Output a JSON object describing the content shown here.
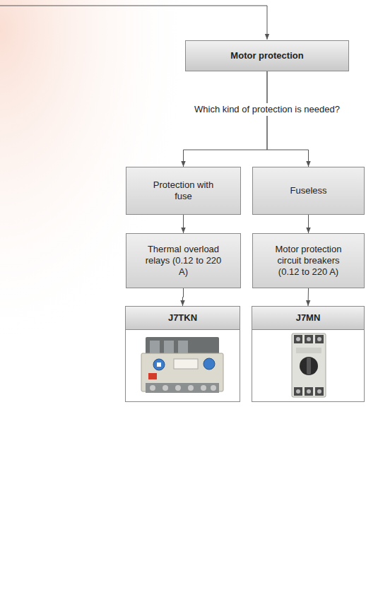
{
  "diagram": {
    "nodes": [
      {
        "text": [
          "Motor protection"
        ]
      },
      {
        "text": [
          "Protection with fuse"
        ]
      },
      {
        "text": [
          "Fuseless"
        ]
      },
      {
        "text": [
          "Thermal overload relays (0.12 to 220 A)"
        ]
      },
      {
        "text": [
          "Motor protection circuit breakers (0.12 to 220 A)"
        ]
      },
      {
        "text": [
          "J7TKN"
        ]
      },
      {
        "text": [
          "J7MN"
        ]
      }
    ],
    "edges": [
      {
        "from": 0,
        "to": 1,
        "arrow": "to"
      },
      {
        "from": 0,
        "to": 2,
        "arrow": "to"
      },
      {
        "from": 1,
        "to": 3,
        "arrow": "to"
      },
      {
        "from": 2,
        "to": 4,
        "arrow": "to"
      },
      {
        "from": 3,
        "to": 5,
        "arrow": "to"
      },
      {
        "from": 4,
        "to": 6,
        "arrow": "to"
      }
    ],
    "labels": [
      "Which kind of protection is needed?"
    ]
  }
}
